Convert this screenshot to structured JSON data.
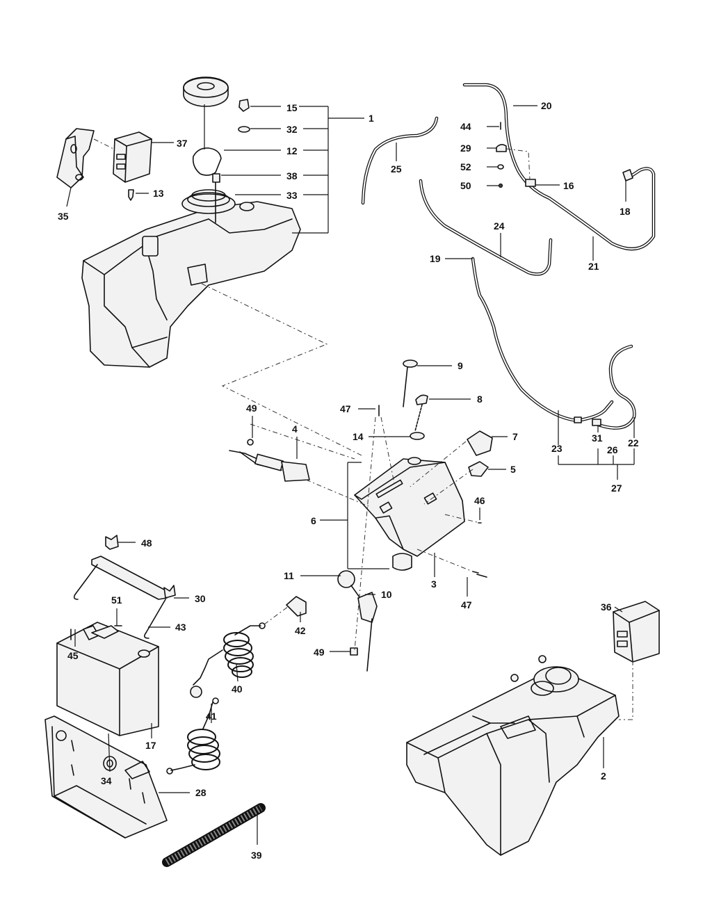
{
  "callouts": {
    "c1": "1",
    "c2": "2",
    "c3": "3",
    "c4": "4",
    "c5": "5",
    "c6": "6",
    "c7": "7",
    "c8": "8",
    "c9": "9",
    "c10": "10",
    "c11": "11",
    "c12": "12",
    "c13": "13",
    "c14": "14",
    "c15": "15",
    "c16": "16",
    "c17": "17",
    "c18": "18",
    "c19": "19",
    "c20": "20",
    "c21": "21",
    "c22": "22",
    "c23": "23",
    "c24": "24",
    "c25": "25",
    "c26": "26",
    "c27": "27",
    "c28": "28",
    "c29": "29",
    "c30": "30",
    "c31": "31",
    "c32": "32",
    "c33": "33",
    "c34": "34",
    "c35": "35",
    "c36": "36",
    "c37": "37",
    "c38": "38",
    "c39": "39",
    "c40": "40",
    "c41": "41",
    "c42": "42",
    "c43": "43",
    "c44": "44",
    "c45": "45",
    "c46": "46",
    "c47a": "47",
    "c47b": "47",
    "c48": "48",
    "c49a": "49",
    "c49b": "49",
    "c50": "50",
    "c51": "51",
    "c52": "52"
  }
}
